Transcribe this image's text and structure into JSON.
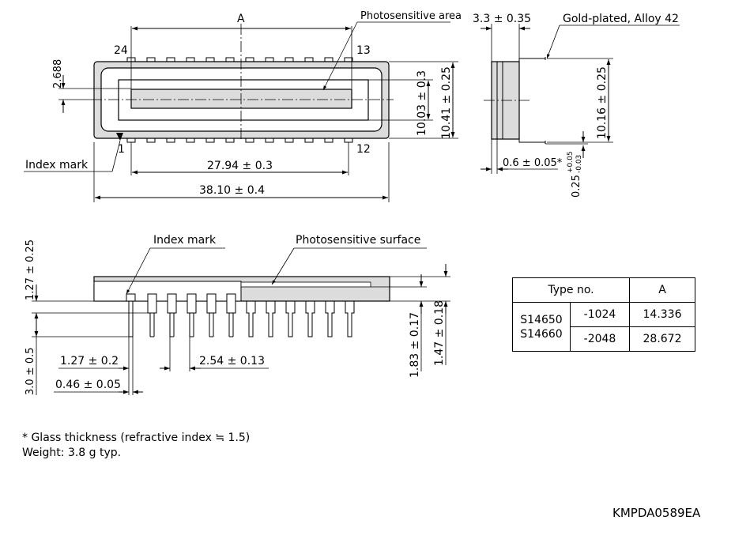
{
  "top_view": {
    "dim_a": "A",
    "pin_24": "24",
    "pin_13": "13",
    "pin_1": "1",
    "pin_12": "12",
    "photosensitive_area": "Photosensitive area",
    "index_mark": "Index mark",
    "dim_2688": "2.688",
    "dim_1003": "10.03 ± 0.3",
    "dim_1041": "10.41 ± 0.25",
    "dim_2794": "27.94 ± 0.3",
    "dim_3810": "38.10 ± 0.4"
  },
  "side_view": {
    "dim_33": "3.3 ± 0.35",
    "gold_plated": "Gold-plated, Alloy 42",
    "dim_1016": "10.16 ± 0.25",
    "dim_06": "0.6 ± 0.05*",
    "dim_025": "0.25",
    "dim_025_plus": "+0.05",
    "dim_025_minus": "-0.03"
  },
  "front_view": {
    "index_mark": "Index mark",
    "photosensitive_surface": "Photosensitive surface",
    "dim_127_025": "1.27 ± 0.25",
    "dim_30": "3.0 ± 0.5",
    "dim_127_02": "1.27 ± 0.2",
    "dim_046": "0.46 ± 0.05",
    "dim_254": "2.54 ± 0.13",
    "dim_183": "1.83 ± 0.17",
    "dim_147": "1.47 ± 0.18"
  },
  "table": {
    "header_type": "Type no.",
    "header_a": "A",
    "model_1": "S14650",
    "model_2": "S14660",
    "rows": [
      {
        "suffix": "-1024",
        "a": "14.336"
      },
      {
        "suffix": "-2048",
        "a": "28.672"
      }
    ]
  },
  "notes": {
    "glass": "* Glass thickness (refractive index ≒ 1.5)",
    "weight": "Weight: 3.8 g typ."
  },
  "doc_code": "KMPDA0589EA"
}
